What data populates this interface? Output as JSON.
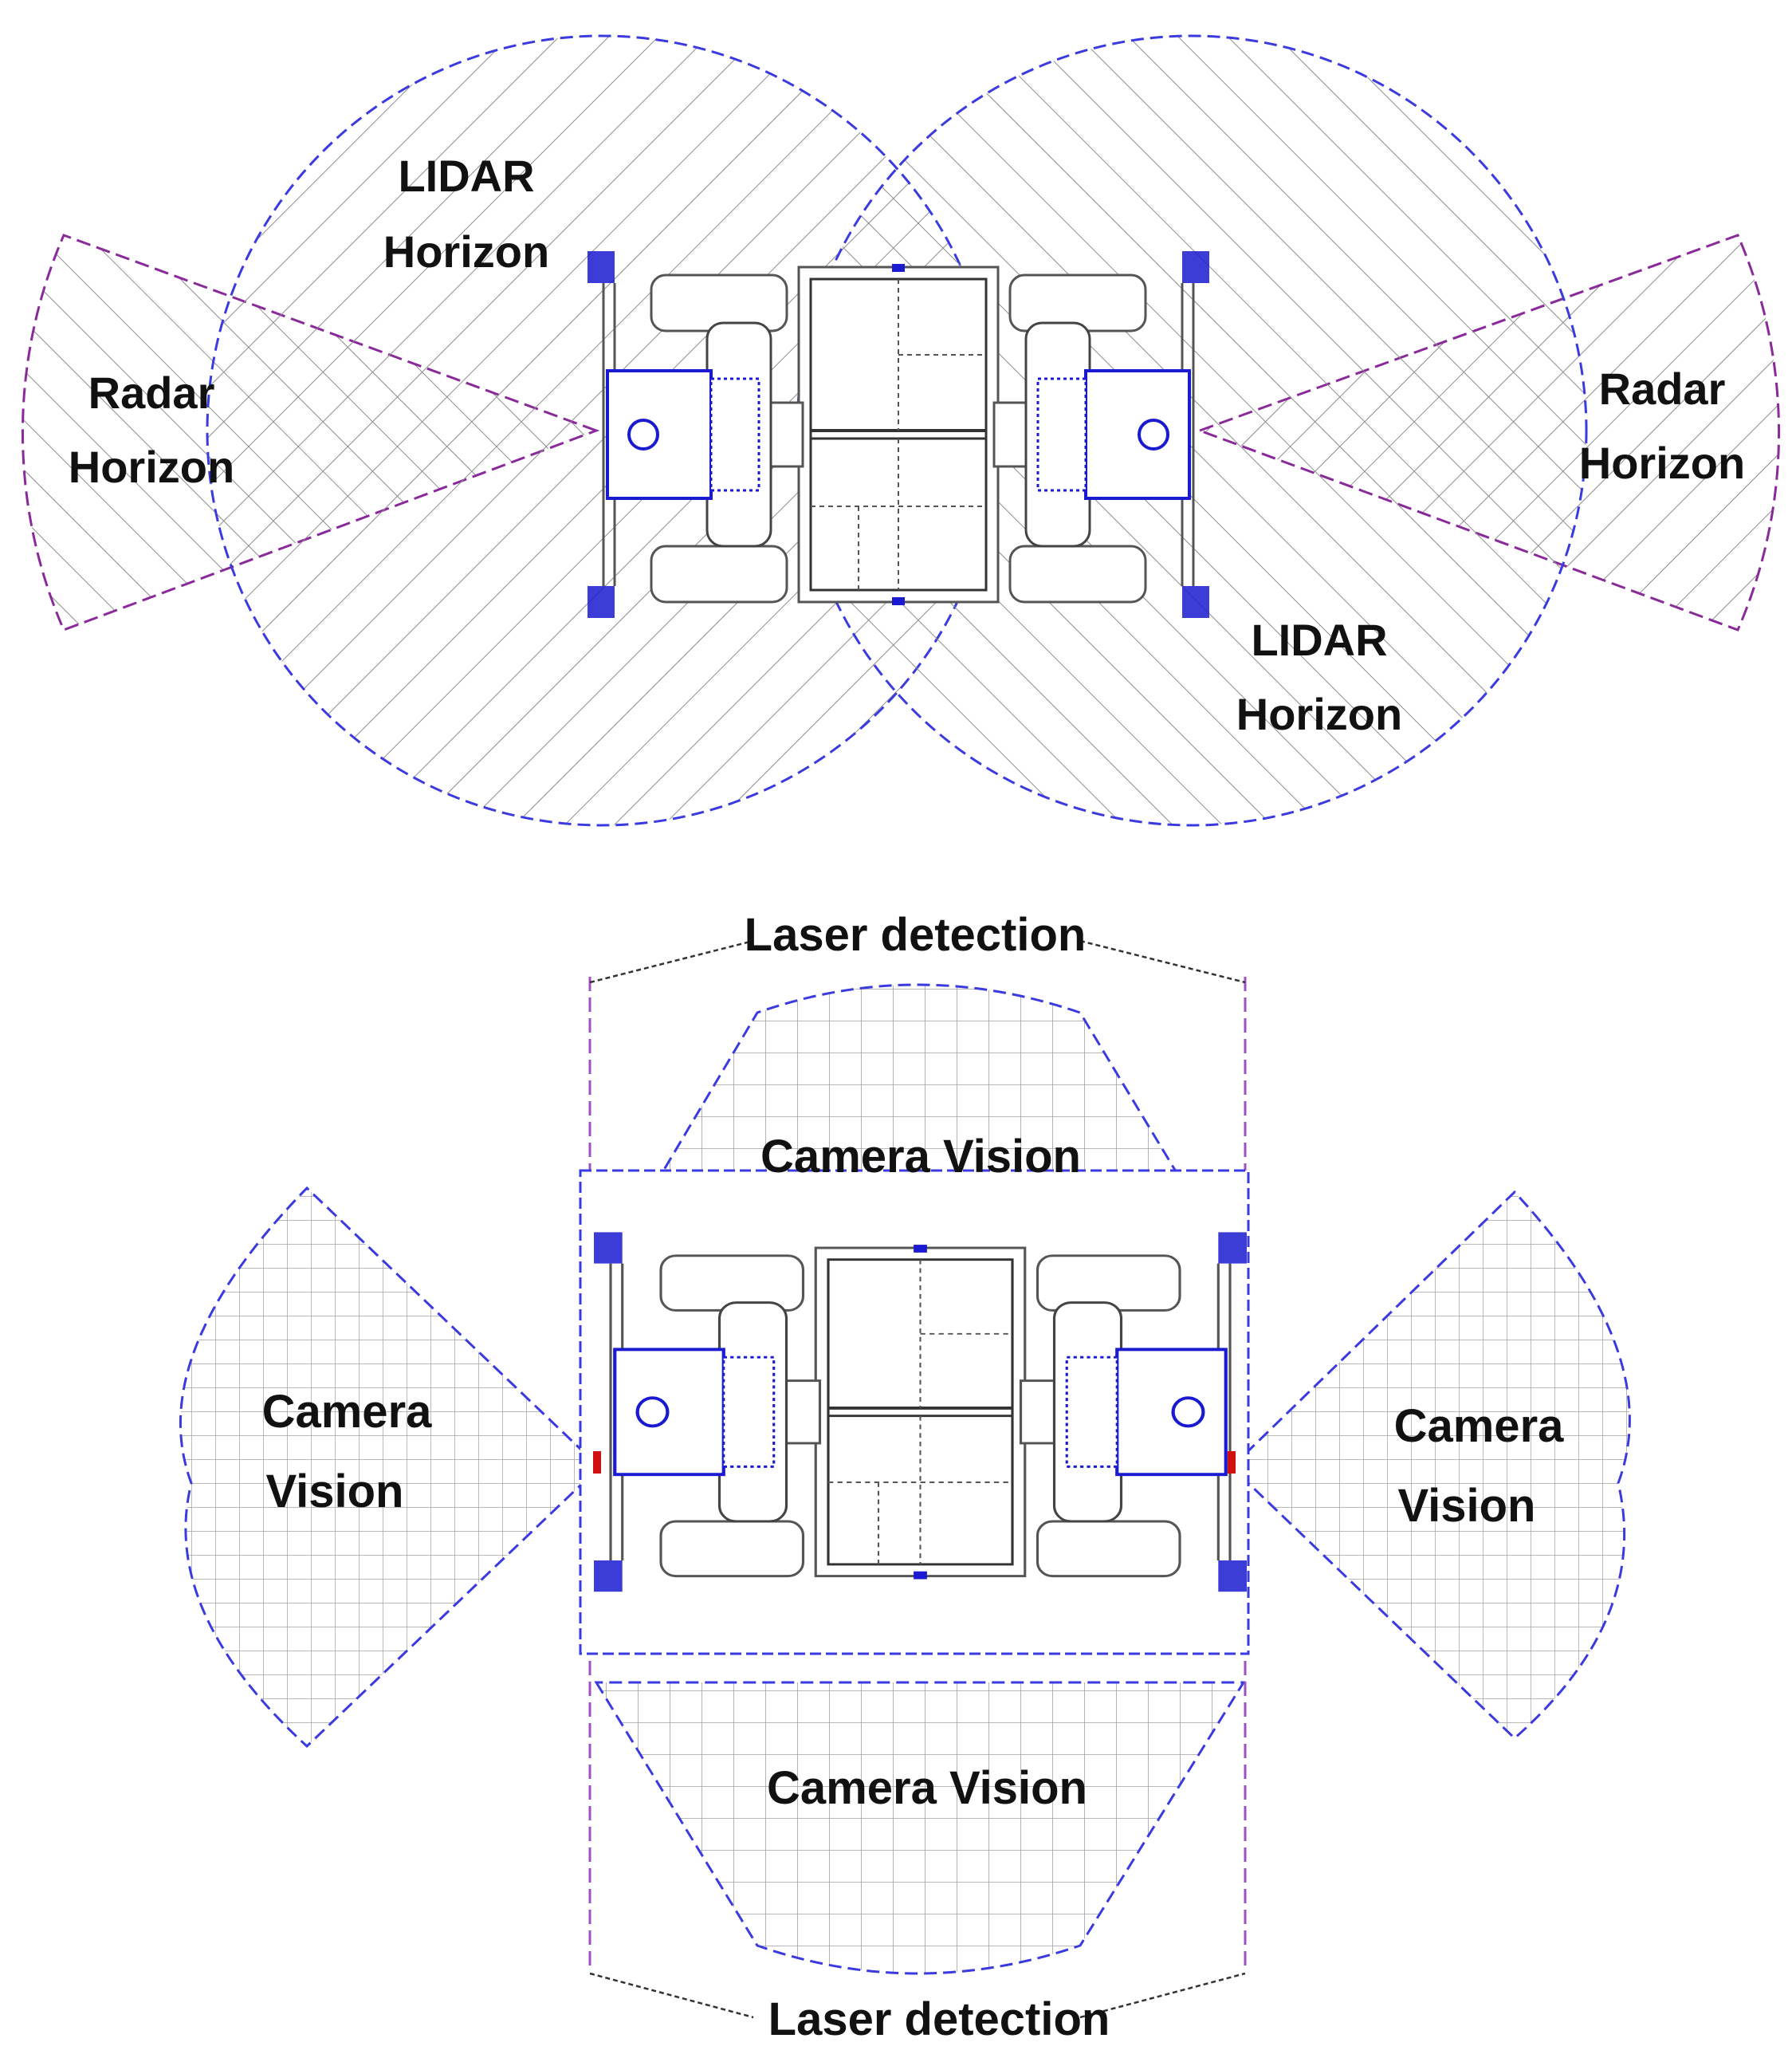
{
  "labels": {
    "lidar_left_line1": "LIDAR",
    "lidar_left_line2": "Horizon",
    "lidar_right_line1": "LIDAR",
    "lidar_right_line2": "Horizon",
    "radar_left_line1": "Radar",
    "radar_left_line2": "Horizon",
    "radar_right_line1": "Radar",
    "radar_right_line2": "Horizon",
    "laser_top": "Laser detection",
    "laser_bottom": "Laser detection",
    "camera_top": "Camera Vision",
    "camera_bottom": "Camera Vision",
    "camera_left_line1": "Camera",
    "camera_left_line2": "Vision",
    "camera_right_line1": "Camera",
    "camera_right_line2": "Vision"
  },
  "colors": {
    "lidar_outline": "#3a3ae0",
    "radar_outline": "#8a2a9a",
    "camera_outline": "#3a3ae0",
    "laser_outline": "#a050c0",
    "hatch": "#8c8c8c",
    "grid": "#9a9a9a",
    "vehicle_line": "#555555",
    "sensor_blue": "#1a1ad0",
    "sensor_red": "#d01010",
    "text": "#111111"
  }
}
